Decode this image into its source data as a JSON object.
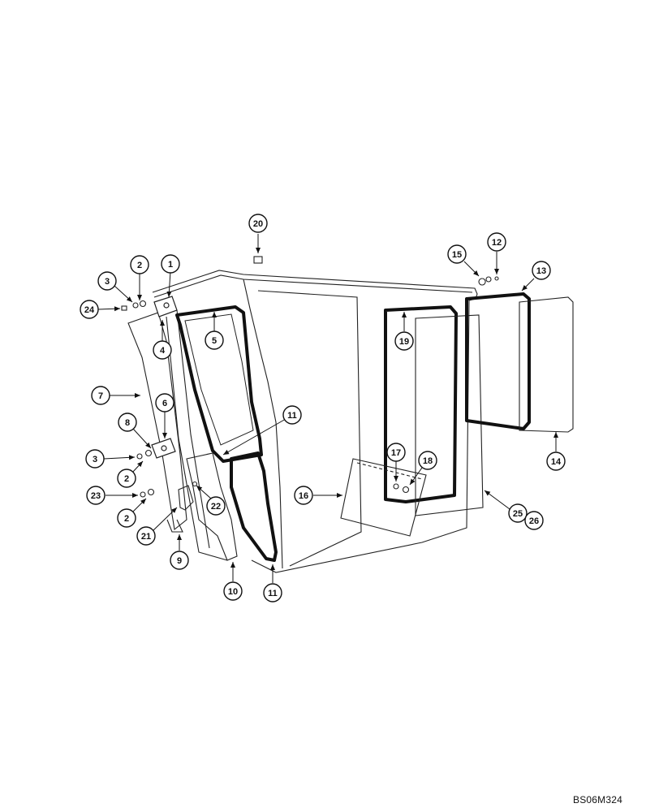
{
  "figure": {
    "reference_code": "BS06M324",
    "callouts": [
      {
        "id": "c20a",
        "label": "20"
      },
      {
        "id": "c2a",
        "label": "2"
      },
      {
        "id": "c1",
        "label": "1"
      },
      {
        "id": "c3a",
        "label": "3"
      },
      {
        "id": "c24",
        "label": "24"
      },
      {
        "id": "c4",
        "label": "4"
      },
      {
        "id": "c5",
        "label": "5"
      },
      {
        "id": "c7",
        "label": "7"
      },
      {
        "id": "c6",
        "label": "6"
      },
      {
        "id": "c8",
        "label": "8"
      },
      {
        "id": "c3b",
        "label": "3"
      },
      {
        "id": "c2b",
        "label": "2"
      },
      {
        "id": "c23",
        "label": "23"
      },
      {
        "id": "c2c",
        "label": "2"
      },
      {
        "id": "c21",
        "label": "21"
      },
      {
        "id": "c22",
        "label": "22"
      },
      {
        "id": "c9",
        "label": "9"
      },
      {
        "id": "c10",
        "label": "10"
      },
      {
        "id": "c11a",
        "label": "11"
      },
      {
        "id": "c11b",
        "label": "11"
      },
      {
        "id": "c16",
        "label": "16"
      },
      {
        "id": "c17",
        "label": "17"
      },
      {
        "id": "c18",
        "label": "18"
      },
      {
        "id": "c19",
        "label": "19"
      },
      {
        "id": "c15",
        "label": "15"
      },
      {
        "id": "c12",
        "label": "12"
      },
      {
        "id": "c13",
        "label": "13"
      },
      {
        "id": "c14",
        "label": "14"
      },
      {
        "id": "c25",
        "label": "25"
      },
      {
        "id": "c26",
        "label": "26"
      }
    ]
  }
}
